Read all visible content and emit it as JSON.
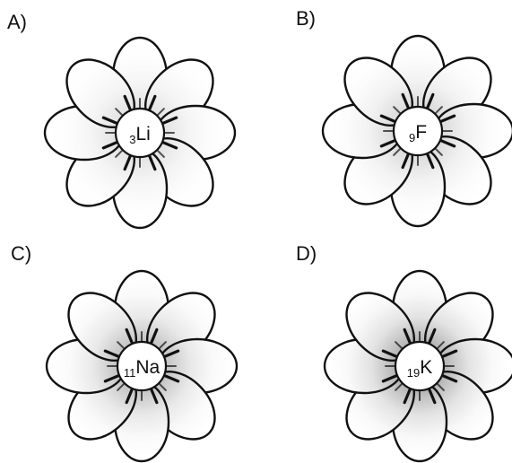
{
  "options": [
    {
      "letter": "A)",
      "z": "3",
      "symbol": "Li"
    },
    {
      "letter": "B)",
      "z": "9",
      "symbol": "F"
    },
    {
      "letter": "C)",
      "z": "11",
      "symbol": "Na"
    },
    {
      "letter": "D)",
      "z": "19",
      "symbol": "K"
    }
  ],
  "colors": {
    "ink": "#111111",
    "petal_fill": "#ffffff",
    "shade": "#8a8a8a"
  }
}
